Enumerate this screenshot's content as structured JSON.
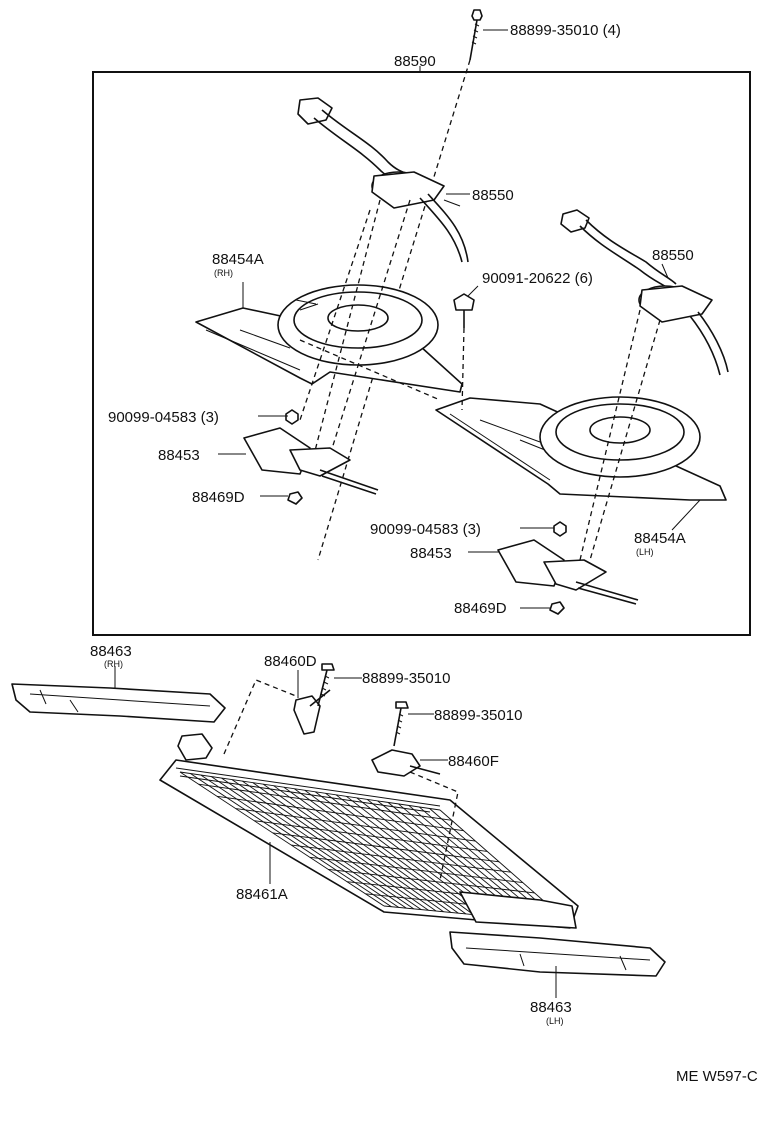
{
  "labels": {
    "bolt_top": "88899-35010 (4)",
    "assembly": "88590",
    "motor_rh": "88550",
    "motor_lh": "88550",
    "screw_6": "90091-20622 (6)",
    "case_rh": "88454A",
    "case_rh_sub": "(RH)",
    "case_lh": "88454A",
    "case_lh_sub": "(LH)",
    "screw3_rh": "90099-04583 (3)",
    "screw3_lh": "90099-04583 (3)",
    "fan_rh": "88453",
    "fan_lh": "88453",
    "clip_rh": "88469D",
    "clip_lh": "88469D",
    "bracket_rh": "88463",
    "bracket_rh_sub": "(RH)",
    "bracket_lh": "88463",
    "bracket_lh_sub": "(LH)",
    "sensor_d": "88460D",
    "bolt_d": "88899-35010",
    "bolt_f": "88899-35010",
    "sensor_f": "88460F",
    "evaporator": "88461A",
    "figure_code": "ME W597-C"
  }
}
